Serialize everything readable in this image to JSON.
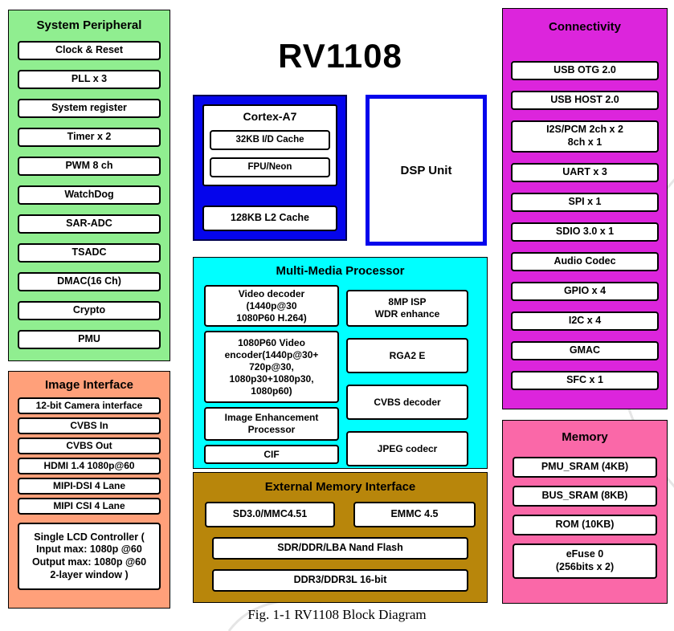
{
  "title": "RV1108",
  "caption": "Fig. 1-1 RV1108 Block Diagram",
  "colors": {
    "system_peripheral": "#90EE90",
    "image_interface": "#FFA07A",
    "cpu_block": "#0505EC",
    "multimedia": "#00FFFF",
    "ext_memory": "#B8860B",
    "connectivity": "#DC25DC",
    "memory": "#FA68A8"
  },
  "system_peripheral": {
    "title": "System Peripheral",
    "items": [
      "Clock & Reset",
      "PLL x 3",
      "System register",
      "Timer x 2",
      "PWM 8 ch",
      "WatchDog",
      "SAR-ADC",
      "TSADC",
      "DMAC(16 Ch)",
      "Crypto",
      "PMU"
    ]
  },
  "image_interface": {
    "title": "Image Interface",
    "items": [
      "12-bit Camera interface",
      "CVBS In",
      "CVBS Out",
      "HDMI 1.4 1080p@60",
      "MIPI-DSI 4 Lane",
      "MIPI CSI 4 Lane"
    ],
    "lcd_controller": "Single LCD Controller (\nInput max: 1080p @60\nOutput max: 1080p @60\n2-layer window )"
  },
  "cpu": {
    "title": "Cortex-A7",
    "cache": "32KB I/D Cache",
    "fpu": "FPU/Neon",
    "l2": "128KB L2 Cache"
  },
  "dsp": {
    "label": "DSP Unit"
  },
  "multimedia": {
    "title": "Multi-Media Processor",
    "left": [
      "Video decoder\n(1440p@30\n1080P60 H.264)",
      "1080P60 Video\nencoder(1440p@30+\n720p@30,\n1080p30+1080p30,\n1080p60)",
      "Image Enhancement\nProcessor",
      "CIF"
    ],
    "right": [
      "8MP ISP\nWDR enhance",
      "RGA2 E",
      "CVBS decoder",
      "JPEG codecr"
    ]
  },
  "ext_memory": {
    "title": "External Memory Interface",
    "sd": "SD3.0/MMC4.51",
    "emmc": "EMMC 4.5",
    "nand": "SDR/DDR/LBA Nand Flash",
    "ddr": "DDR3/DDR3L 16-bit"
  },
  "connectivity": {
    "title": "Connectivity",
    "items": [
      "USB OTG 2.0",
      "USB HOST 2.0",
      "I2S/PCM 2ch x 2\n8ch x 1",
      "UART x 3",
      "SPI x 1",
      "SDIO 3.0 x 1",
      "Audio Codec",
      "GPIO x 4",
      "I2C x 4",
      "GMAC",
      "SFC x 1"
    ]
  },
  "memory": {
    "title": "Memory",
    "items": [
      "PMU_SRAM (4KB)",
      "BUS_SRAM (8KB)",
      "ROM (10KB)",
      "eFuse 0\n(256bits x 2)"
    ]
  }
}
